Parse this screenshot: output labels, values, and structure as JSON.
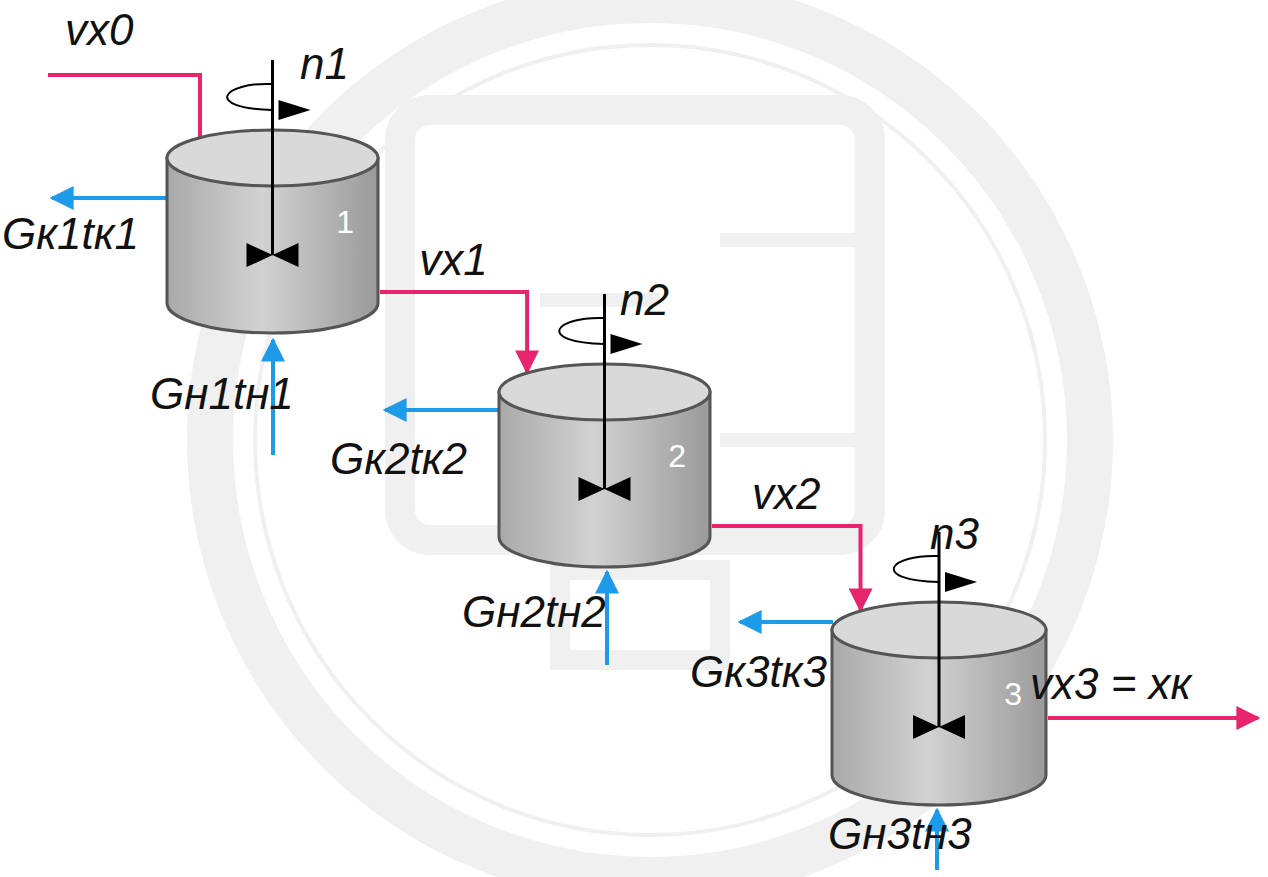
{
  "diagram": {
    "nodes": [
      {
        "text": [
          "1"
        ]
      },
      {
        "text": [
          "2"
        ]
      },
      {
        "text": [
          "3"
        ]
      }
    ],
    "edges": [
      {
        "from": 0,
        "to": 1,
        "arrow": "to",
        "label": "vx1"
      },
      {
        "from": 1,
        "to": 2,
        "arrow": "to",
        "label": "vx2"
      }
    ],
    "labels": [
      "vx0",
      "n1",
      "Gк1tк1",
      "Gн1tн1",
      "n2",
      "Gк2tк2",
      "Gн2tн2",
      "n3",
      "Gк3tк3",
      "vx3 = xк",
      "Gн3tн3"
    ]
  }
}
